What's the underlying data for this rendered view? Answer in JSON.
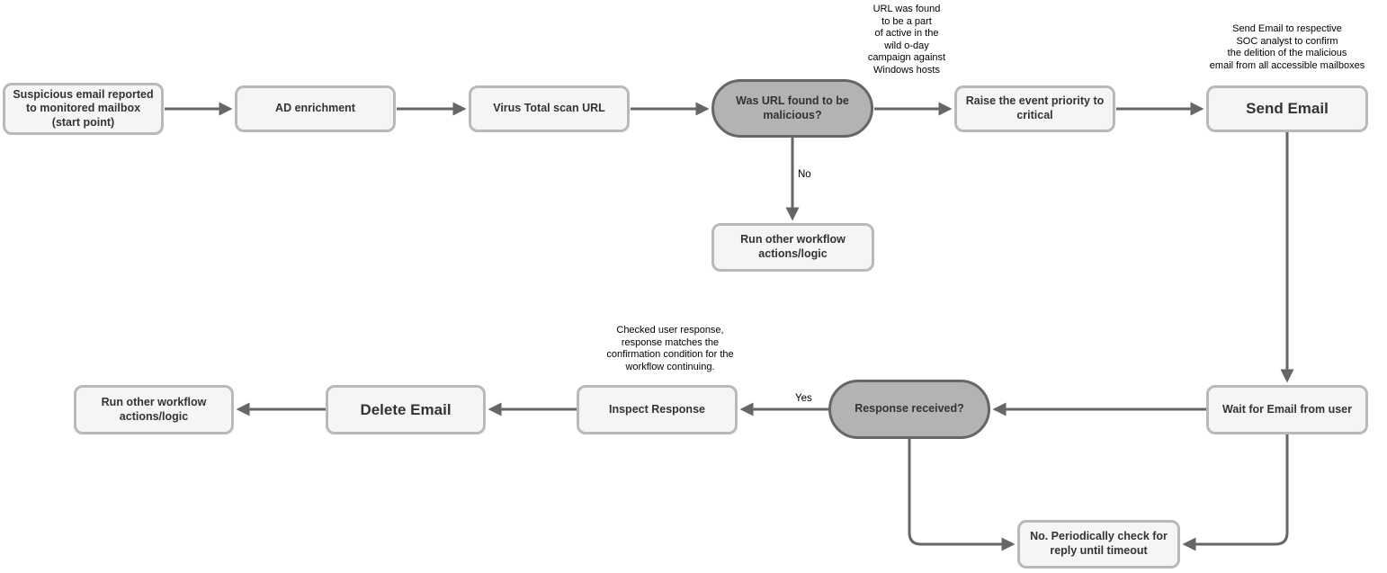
{
  "diagram": {
    "nodes": {
      "start": {
        "label": "Suspicious email reported to monitored mailbox (start point)"
      },
      "ad_enrichment": {
        "label": "AD enrichment"
      },
      "virus_total": {
        "label": "Virus Total scan URL"
      },
      "url_malicious": {
        "label": "Was URL found to be malicious?"
      },
      "raise_priority": {
        "label": "Raise the event priority to critical"
      },
      "send_email": {
        "label": "Send Email"
      },
      "run_other_top": {
        "label": "Run other workflow actions/logic"
      },
      "wait_email": {
        "label": "Wait for Email from user"
      },
      "response_received": {
        "label": "Response received?"
      },
      "inspect_response": {
        "label": "Inspect Response"
      },
      "delete_email": {
        "label": "Delete Email"
      },
      "run_other_bottom": {
        "label": "Run other workflow actions/logic"
      },
      "periodic_check": {
        "label": "No. Periodically check for reply until timeout"
      }
    },
    "annotations": {
      "url_campaign": "URL was found\nto be a part\nof active in the\nwild o-day\ncampaign against\nWindows hosts",
      "send_email_note": "Send Email to respective\nSOC analyst to confirm\nthe delition of the malicious\nemail from all accessible mailboxes",
      "inspect_note": "Checked user response,\nresponse matches the\nconfirmation condition for the\nworkflow continuing."
    },
    "edge_labels": {
      "no": "No",
      "yes": "Yes"
    },
    "colors": {
      "process_fill": "#f5f5f5",
      "process_border": "#b9b9b9",
      "decision_fill": "#b3b3b3",
      "decision_border": "#666666",
      "arrow": "#666666",
      "node_text": "#333333",
      "annotation_text": "#000000"
    }
  }
}
